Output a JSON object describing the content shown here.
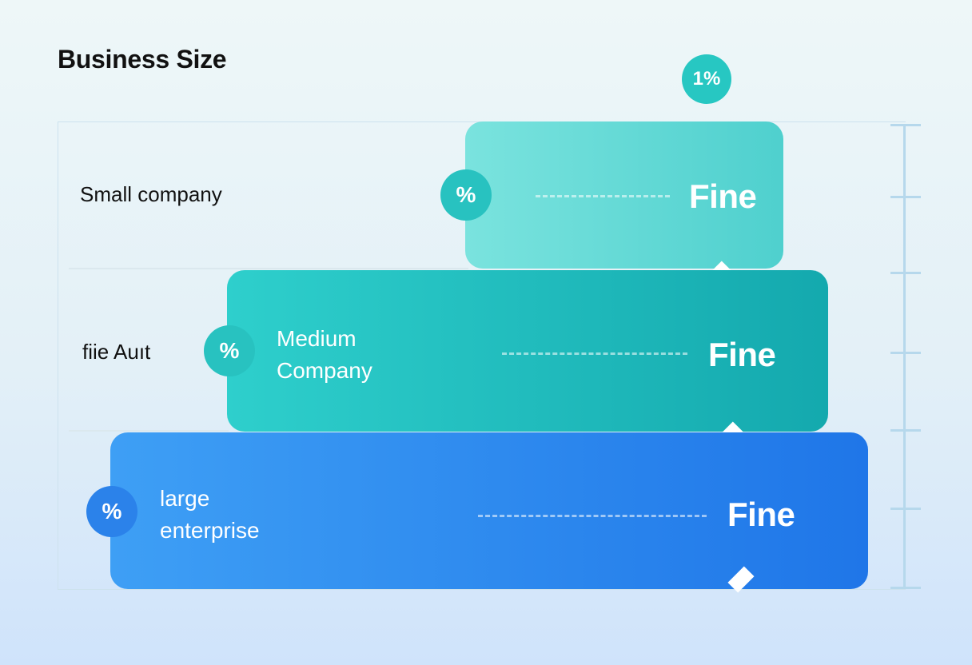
{
  "title": "Business Size",
  "top_marker": "1%",
  "rows": [
    {
      "side_label": "Small company",
      "badge": "%",
      "band_label": "",
      "value": "Fine"
    },
    {
      "side_label": "fiie Auıt",
      "badge": "%",
      "band_label": "Medium\nCompany",
      "value": "Fine"
    },
    {
      "side_label": "",
      "badge": "%",
      "band_label": "large\nenterprise",
      "value": "Fine"
    }
  ],
  "colors": {
    "small": "#5fd8d5",
    "medium": "#1fbcbf",
    "large": "#2f8bef",
    "badge_teal": "#28c2c0",
    "badge_blue": "#2b82ea"
  }
}
